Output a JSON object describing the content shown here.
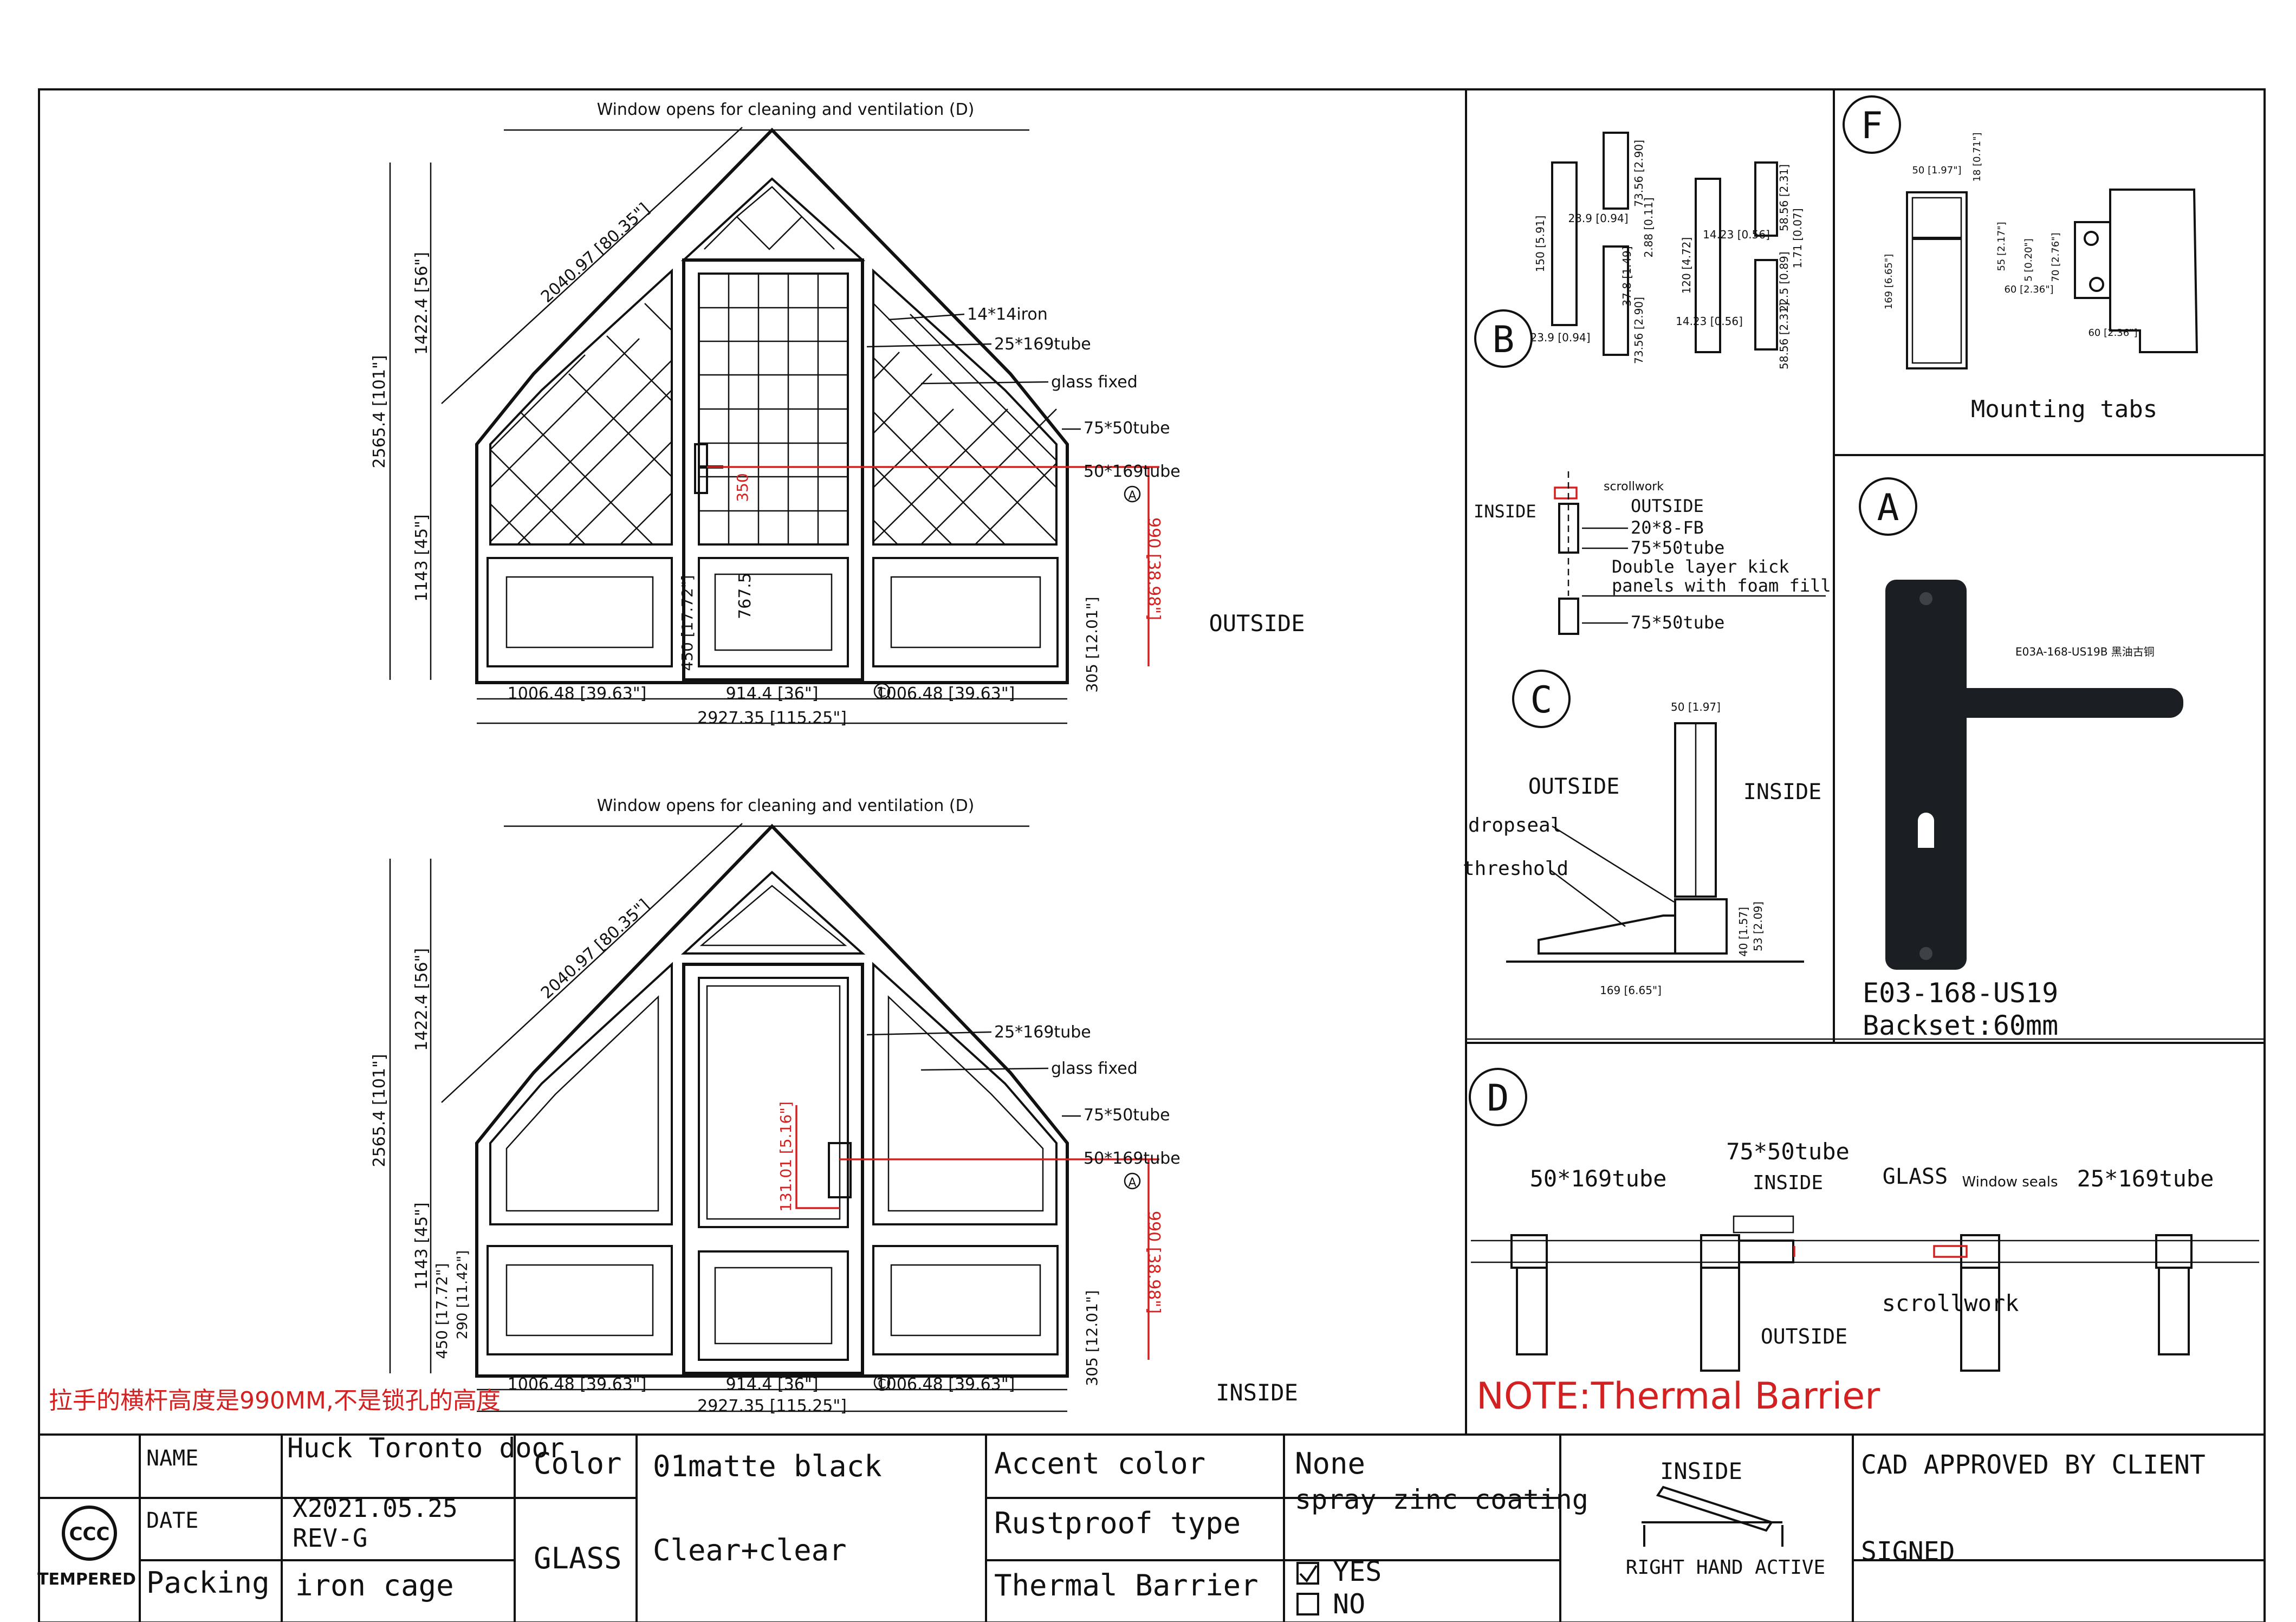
{
  "elevation_top": {
    "title": "Window opens for cleaning and ventilation (D)",
    "dims": {
      "diag": "2040.97 [80.35\"]",
      "h_upper": "1422.4 [56\"]",
      "h_total": "2565.4 [101\"]",
      "h_lower": "1143 [45\"]",
      "w_left": "1006.48 [39.63\"]",
      "w_door": "914.4 [36\"]",
      "w_right": "1006.48 [39.63\"]",
      "w_total": "2927.35 [115.25\"]",
      "handle_h": "990 [38.98\"]",
      "sill": "305 [12.01\"]",
      "kick": "450 [17.72\"]",
      "d350": "350",
      "d767": "767.5"
    },
    "callouts": [
      "14*14iron",
      "25*169tube",
      "glass fixed",
      "75*50tube",
      "50*169tube"
    ],
    "side": "OUTSIDE",
    "mark_a": "A",
    "mark_c": "C"
  },
  "elevation_bottom": {
    "title": "Window opens for cleaning and ventilation (D)",
    "dims": {
      "diag": "2040.97 [80.35\"]",
      "h_upper": "1422.4 [56\"]",
      "h_total": "2565.4 [101\"]",
      "h_lower": "1143 [45\"]",
      "w_left": "1006.48 [39.63\"]",
      "w_door": "914.4 [36\"]",
      "w_right": "1006.48 [39.63\"]",
      "w_total": "2927.35 [115.25\"]",
      "handle_h": "990 [38.98\"]",
      "sill": "305 [12.01\"]",
      "kick": "450 [17.72\"]",
      "kick2": "290 [11.42\"]",
      "lock": "131.01 [5.16\"]"
    },
    "callouts": [
      "25*169tube",
      "glass fixed",
      "75*50tube",
      "50*169tube"
    ],
    "side": "INSIDE",
    "mark_a": "A",
    "mark_c": "C"
  },
  "chinese_note": "拉手的横杆高度是990MM,不是锁孔的高度",
  "detail_b": {
    "mark": "B",
    "dims": [
      "150 [5.91]",
      "23.9 [0.94]",
      "73.56 [2.90]",
      "23.9 [0.94]",
      "2.88 [0.11]",
      "37.8 [1.49]",
      "73.56 [2.90]",
      "120 [4.72]",
      "14.23 [0.56]",
      "14.23 [0.56]",
      "58.56 [2.31]",
      "22.5 [0.89]",
      "1.71 [0.07]",
      "58.56 [2.31]"
    ]
  },
  "detail_section": {
    "labels": [
      "INSIDE",
      "scrollwork",
      "OUTSIDE",
      "20*8-FB",
      "75*50tube",
      "Double layer kick",
      "panels with foam fill",
      "75*50tube"
    ]
  },
  "detail_c": {
    "mark": "C",
    "labels": [
      "OUTSIDE",
      "INSIDE",
      "dropseal",
      "threshold"
    ],
    "dims": [
      "50 [1.97]",
      "169 [6.65\"]",
      "40 [1.57]",
      "53 [2.09]"
    ]
  },
  "detail_f": {
    "mark": "F",
    "dims": [
      "50 [1.97\"]",
      "18 [0.71\"]",
      "55 [2.17\"]",
      "5 [0.20\"]",
      "70 [2.76\"]",
      "60 [2.36\"]",
      "169 [6.65\"]",
      "60 [2.36\"]"
    ],
    "caption": "Mounting tabs"
  },
  "detail_a": {
    "mark": "A",
    "small_label": "E03A-168-US19B  黑油古铜",
    "model": "E03-168-US19",
    "backset": "Backset:60mm"
  },
  "detail_d": {
    "mark": "D",
    "labels": [
      "75*50tube",
      "50*169tube",
      "INSIDE",
      "GLASS",
      "Window seals",
      "25*169tube",
      "scrollwork",
      "OUTSIDE"
    ],
    "note": "NOTE:Thermal Barrier"
  },
  "title_block": {
    "name_label": "NAME",
    "name_value": "Huck Toronto door",
    "date_label": "DATE",
    "date_value": "X2021.05.25",
    "rev": "REV-G",
    "packing_label": "Packing",
    "packing_value": "iron cage",
    "color_label": "Color",
    "color_value": "01matte black",
    "glass_label": "GLASS",
    "glass_value": "Clear+clear",
    "accent_label": "Accent color",
    "accent_value": "None",
    "rust_label": "Rustproof type",
    "rust_value": "spray zinc coating",
    "thermal_label": "Thermal Barrier",
    "yes_label": "YES",
    "no_label": "NO",
    "yes_checked": true,
    "swing_inside": "INSIDE",
    "swing_label": "RIGHT HAND ACTIVE",
    "approval": "CAD APPROVED BY CLIENT",
    "signed": "SIGNED",
    "ccc": "CCC",
    "tempered": "TEMPERED"
  },
  "colors": {
    "line": "#111111",
    "red": "#d32020",
    "paper": "#ffffff"
  }
}
